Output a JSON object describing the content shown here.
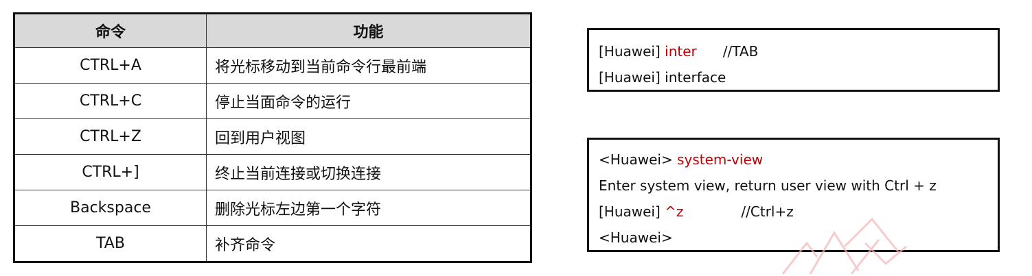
{
  "table": {
    "headers": [
      "命令",
      "功能"
    ],
    "rows": [
      {
        "command": "CTRL+A",
        "function": "将光标移动到当前命令行最前端"
      },
      {
        "command": "CTRL+C",
        "function": "停止当面命令的运行"
      },
      {
        "command": "CTRL+Z",
        "function": "回到用户视图"
      },
      {
        "command": "CTRL+]",
        "function": "终止当前连接或切换连接"
      },
      {
        "command": "Backspace",
        "function": "删除光标左边第一个字符"
      },
      {
        "command": "TAB",
        "function": "补齐命令"
      }
    ]
  },
  "terminal1": {
    "line1_prompt": "[Huawei] ",
    "line1_input": "inter",
    "line1_comment": "//TAB",
    "line2": "[Huawei] interface"
  },
  "terminal2": {
    "line1_prompt": "<Huawei> ",
    "line1_input": "system-view",
    "line2": "Enter system view, return user view with Ctrl + z",
    "line3_prompt": "[Huawei] ",
    "line3_input": "^z",
    "line3_comment": "//Ctrl+z",
    "line4": "<Huawei>"
  },
  "colors": {
    "accent_red": "#c00000",
    "header_bg": "#d9d9d9"
  }
}
